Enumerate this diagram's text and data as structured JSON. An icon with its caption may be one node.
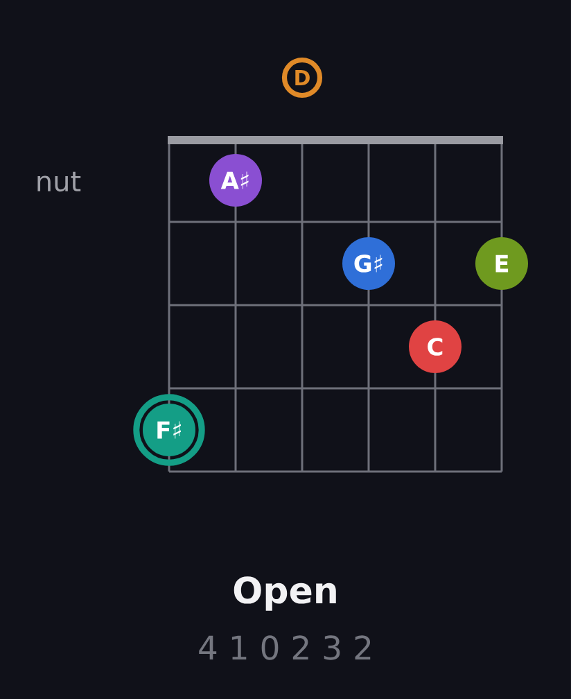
{
  "diagram": {
    "title": "Open",
    "nodes": [
      {
        "text": [
          "D"
        ]
      },
      {
        "text": [
          "A♯"
        ]
      },
      {
        "text": [
          "G♯"
        ]
      },
      {
        "text": [
          "E"
        ]
      },
      {
        "text": [
          "C"
        ]
      },
      {
        "text": [
          "F♯"
        ]
      }
    ],
    "labels": [
      "nut",
      "4 1 0 2 3 2"
    ]
  }
}
